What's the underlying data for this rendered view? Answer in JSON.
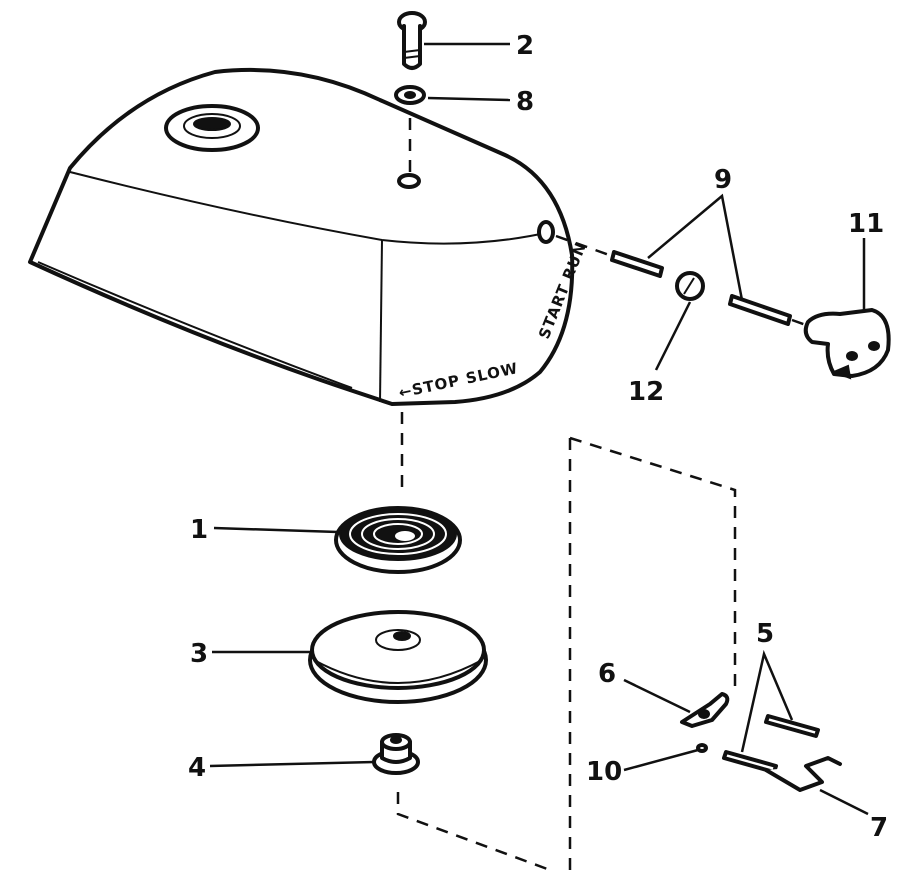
{
  "cover_markings": {
    "stop_slow": "←STOP SLOW",
    "start": "START RUN"
  },
  "callouts": [
    {
      "id": "1",
      "text": "1"
    },
    {
      "id": "2",
      "text": "2"
    },
    {
      "id": "3",
      "text": "3"
    },
    {
      "id": "4",
      "text": "4"
    },
    {
      "id": "5",
      "text": "5"
    },
    {
      "id": "6",
      "text": "6"
    },
    {
      "id": "7",
      "text": "7"
    },
    {
      "id": "8",
      "text": "8"
    },
    {
      "id": "9",
      "text": "9"
    },
    {
      "id": "10",
      "text": "10"
    },
    {
      "id": "11",
      "text": "11"
    },
    {
      "id": "12",
      "text": "12"
    }
  ]
}
